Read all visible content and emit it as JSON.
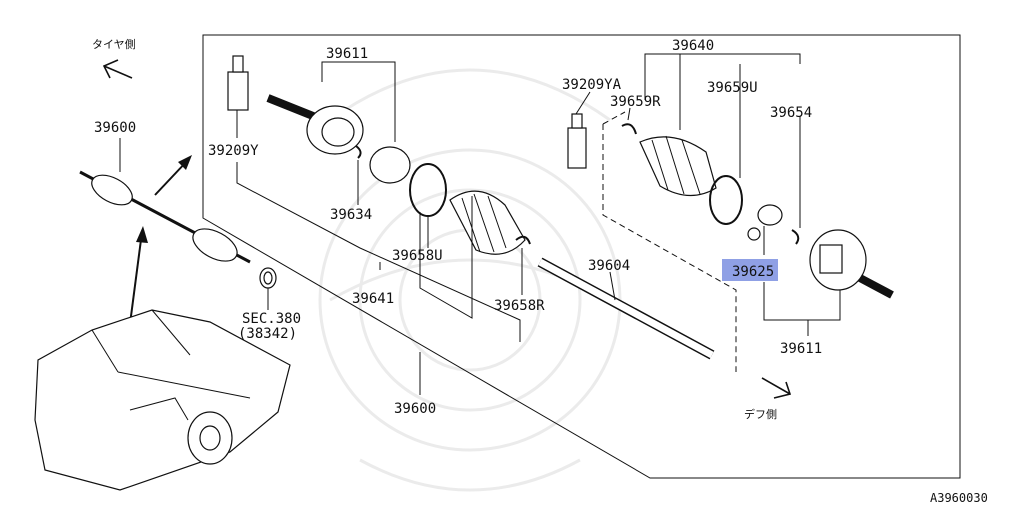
{
  "diagram": {
    "direction_tire": "タイヤ側",
    "direction_diff": "デフ側",
    "figure_code": "A3960030",
    "highlighted_part": "39625",
    "highlight_color": "#7b8fe0",
    "labels": {
      "p39600_top": "39600",
      "p39600_bottom": "39600",
      "p39611_top": "39611",
      "p39611_bottom": "39611",
      "p39209Y": "39209Y",
      "p39634": "39634",
      "p39658U": "39658U",
      "p39641": "39641",
      "p39658R": "39658R",
      "p39604": "39604",
      "p39640": "39640",
      "p39209YA": "39209YA",
      "p39659R": "39659R",
      "p39659U": "39659U",
      "p39654": "39654",
      "p39625": "39625",
      "sec_ref": "SEC.380",
      "sec_ref_sub": "(38342)"
    }
  }
}
